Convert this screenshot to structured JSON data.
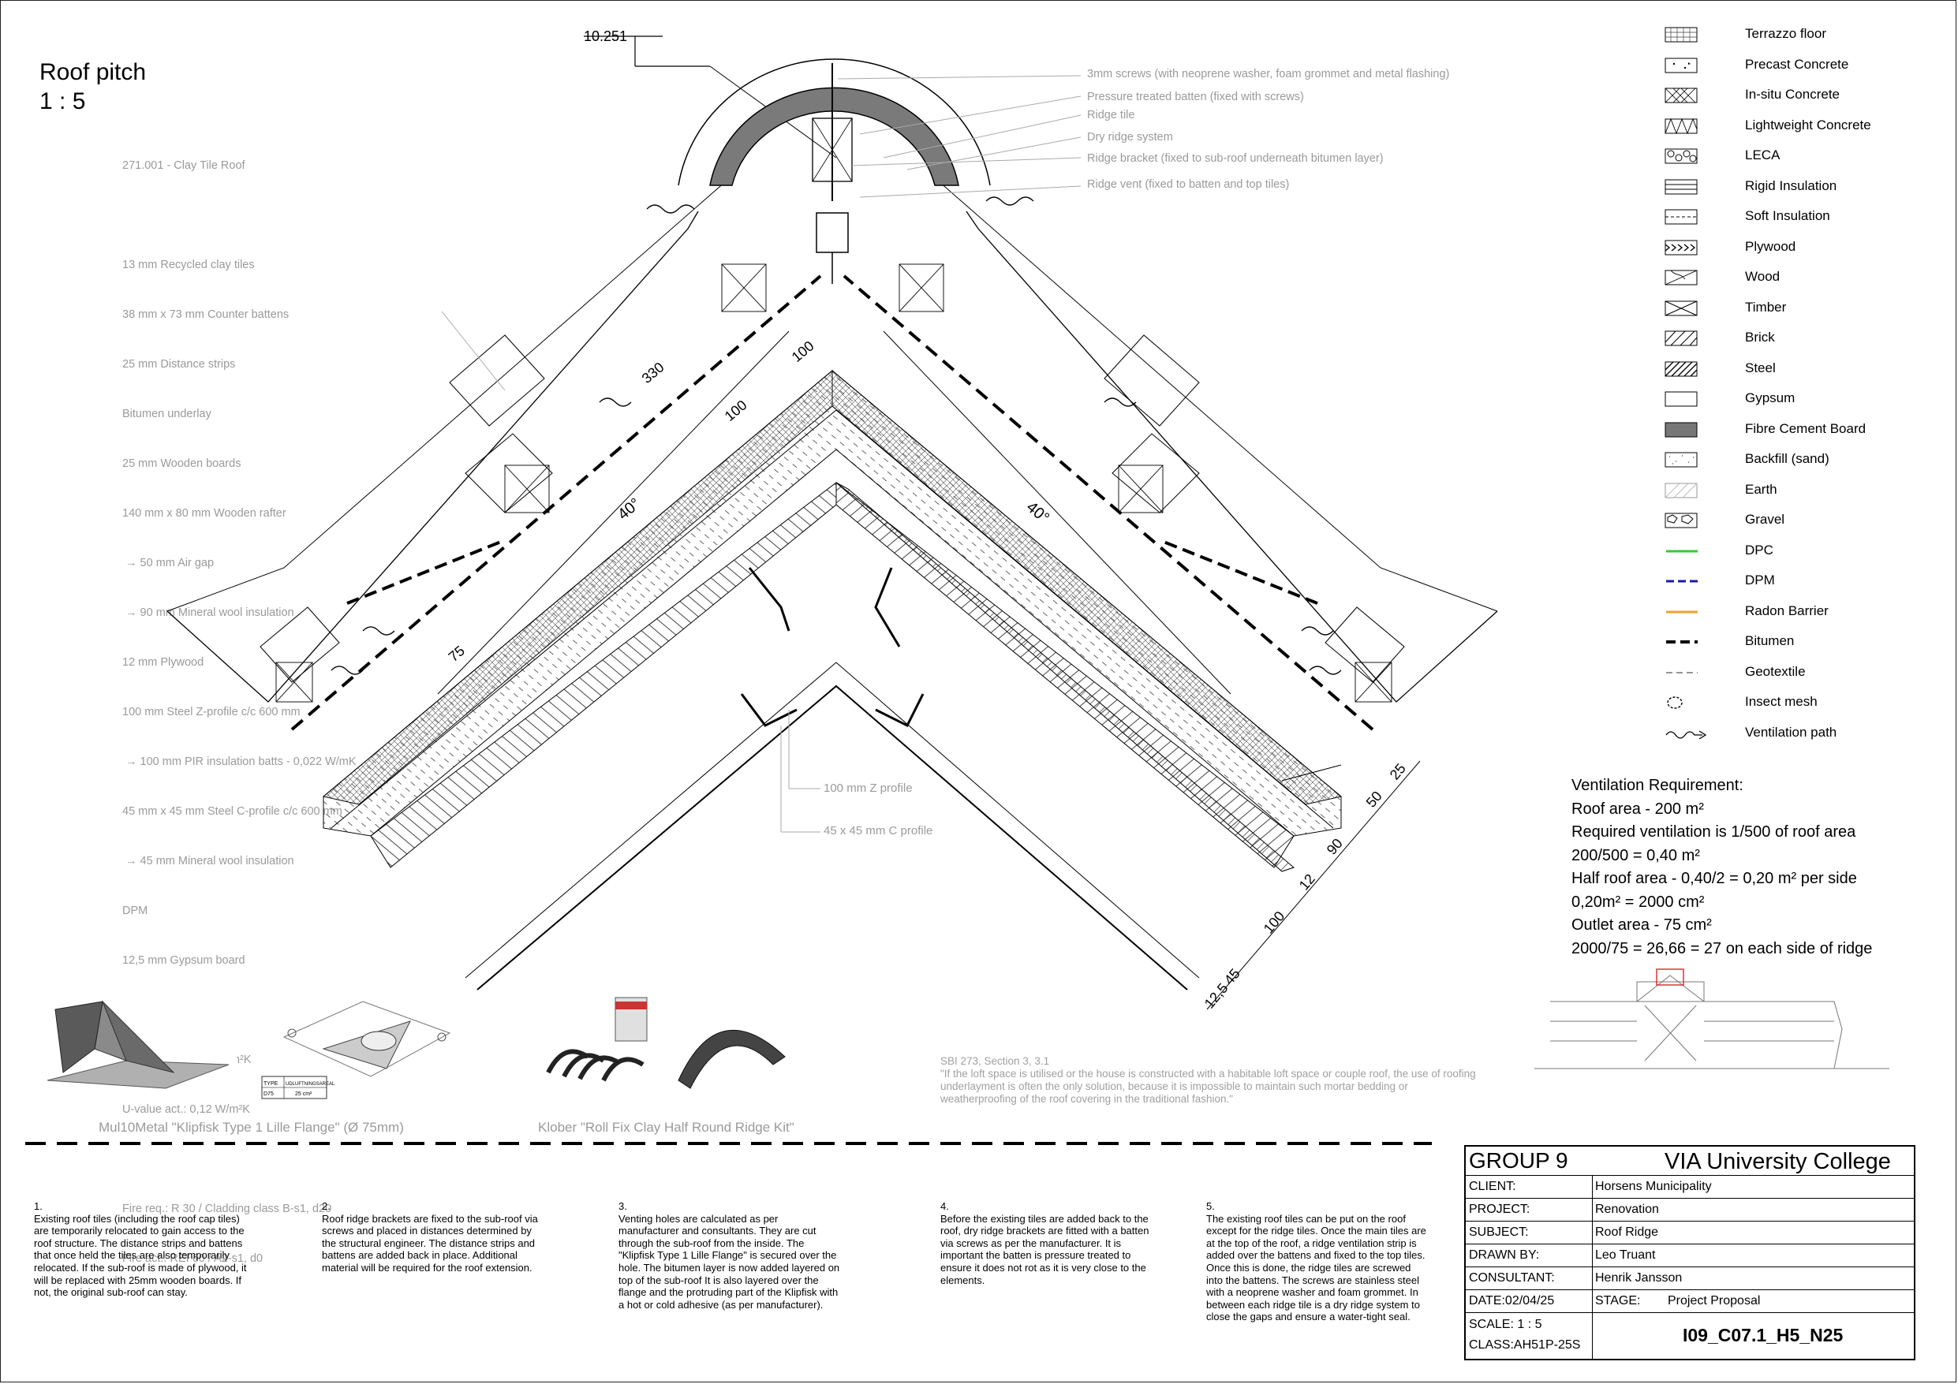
{
  "drawing": {
    "title": "Roof pitch",
    "scale": "1 : 5",
    "level": "10.251",
    "angle_left": "40°",
    "angle_right": "40°",
    "dims_left": [
      "330",
      "100",
      "100",
      "75"
    ],
    "dims_right": [
      "25",
      "50",
      "90",
      "12",
      "100",
      "45",
      "12,5"
    ]
  },
  "spec": {
    "heading": "271.001 - Clay Tile Roof",
    "layers": [
      "13 mm Recycled clay tiles",
      "38 mm x 73 mm Counter battens",
      "25 mm Distance strips",
      "Bitumen underlay",
      "25 mm Wooden boards",
      "140 mm x 80 mm Wooden rafter",
      " → 50 mm Air gap",
      " → 90 mm Mineral wool insulation",
      "12 mm Plywood",
      "100 mm Steel Z-profile c/c 600 mm",
      " → 100 mm PIR insulation batts - 0,022 W/mK",
      "45 mm x 45 mm Steel C-profile c/c 600 mm",
      " → 45 mm Mineral wool insulation",
      "DPM",
      "12,5 mm Gypsum board"
    ],
    "u_req": "U-value req.: 0,12 W/m²K",
    "u_act": "U-value act.: 0,12 W/m²K",
    "fire_req": "Fire req.: R 30 / Cladding class B-s1, d20",
    "fire_act": "Fire act.: REI 60 / A2-s1, d0"
  },
  "callouts": [
    "3mm screws (with neoprene washer, foam grommet and metal flashing)",
    "Pressure treated batten (fixed with screws)",
    "Ridge tile",
    "Dry ridge system",
    "Ridge bracket (fixed to sub-roof underneath bitumen layer)",
    "Ridge vent (fixed to batten and top tiles)"
  ],
  "profile_labels": {
    "z": "100 mm Z profile",
    "c": "45 x 45 mm C profile"
  },
  "legend": [
    {
      "label": "Terrazzo floor",
      "icon": "terrazzo-swatch"
    },
    {
      "label": "Precast Concrete",
      "icon": "precast-swatch"
    },
    {
      "label": "In-situ Concrete",
      "icon": "insitu-swatch"
    },
    {
      "label": "Lightweight Concrete",
      "icon": "lightweight-swatch"
    },
    {
      "label": "LECA",
      "icon": "leca-swatch"
    },
    {
      "label": "Rigid Insulation",
      "icon": "rigid-swatch"
    },
    {
      "label": "Soft Insulation",
      "icon": "soft-swatch"
    },
    {
      "label": "Plywood",
      "icon": "plywood-swatch"
    },
    {
      "label": "Wood",
      "icon": "wood-swatch"
    },
    {
      "label": "Timber",
      "icon": "timber-swatch"
    },
    {
      "label": "Brick",
      "icon": "brick-swatch"
    },
    {
      "label": "Steel",
      "icon": "steel-swatch"
    },
    {
      "label": "Gypsum",
      "icon": "gypsum-swatch"
    },
    {
      "label": "Fibre Cement Board",
      "icon": "fibre-swatch"
    },
    {
      "label": "Backfill (sand)",
      "icon": "backfill-swatch"
    },
    {
      "label": "Earth",
      "icon": "earth-swatch"
    },
    {
      "label": "Gravel",
      "icon": "gravel-swatch"
    },
    {
      "label": "DPC",
      "icon": "dpc-line",
      "color": "#33cc33"
    },
    {
      "label": "DPM",
      "icon": "dpm-line",
      "color": "#1a1aa6"
    },
    {
      "label": "Radon Barrier",
      "icon": "radon-line",
      "color": "#f0a030"
    },
    {
      "label": "Bitumen",
      "icon": "bitumen-line",
      "color": "#000000"
    },
    {
      "label": "Geotextile",
      "icon": "geotextile-line",
      "color": "#888888"
    },
    {
      "label": "Insect mesh",
      "icon": "insect-mesh-icon"
    },
    {
      "label": "Ventilation path",
      "icon": "ventilation-path-icon"
    }
  ],
  "ventilation": {
    "heading": "Ventilation Requirement:",
    "lines": [
      "Roof area - 200 m²",
      "Required ventilation is 1/500 of roof area",
      "200/500 = 0,40 m²",
      "Half roof area - 0,40/2 = 0,20 m² per side",
      "0,20m² = 2000 cm²",
      "Outlet area  - 75 cm²",
      "2000/75 = 26,66 = 27 on each side of ridge"
    ]
  },
  "products": {
    "klipfisk_caption": "Mul10Metal \"Klipfisk Type 1 Lille Flange\" (Ø 75mm)",
    "klober_caption": "Klober \"Roll Fix Clay Half Round Ridge Kit\"",
    "table_type": "TYPE",
    "table_area": "UDLUFTNINGSAREAL",
    "table_row_type": "D75",
    "table_row_area": "25 cm²"
  },
  "sbi": {
    "ref": "SBI 273, Section 3, 3.1",
    "quote": "\"If the loft space is utilised or the house is constructed with a habitable loft space or couple roof, the use of roofing underlayment is often the only solution, because it is impossible to maintain such mortar bedding or weatherproofing of the roof covering in the traditional fashion.\""
  },
  "steps": [
    {
      "num": "1.",
      "text": "Existing roof tiles (including the roof cap tiles) are temporarily relocated to gain access to the roof structure. The distance strips and battens that once held the tiles are also temporarily relocated. If the sub-roof is made of plywood, it will be replaced with 25mm wooden boards. If not, the original sub-roof can stay."
    },
    {
      "num": "2.",
      "text": "Roof ridge brackets are fixed to the sub-roof via screws and placed in distances determined by the structural engineer. The distance strips and battens are added back in place. Additional material will be required for the roof extension."
    },
    {
      "num": "3.",
      "text": "Venting holes are calculated as per manufacturer and consultants. They are cut through the sub-roof from the inside. The \"Klipfisk Type 1 Lille Flange\" is secured over the hole. The bitumen layer is now added layered on top of the sub-roof It is also layered over the flange and the protruding part of the Klipfisk with a hot or cold adhesive (as per manufacturer)."
    },
    {
      "num": "4.",
      "text": "Before the existing tiles are added back to the roof, dry ridge brackets are fitted with a batten via screws as per the manufacturer. It is important the batten is pressure treated to ensure it does not rot as it is very close to the elements."
    },
    {
      "num": "5.",
      "text": "The existing roof tiles can be put on the roof except for the ridge tiles. Once the main tiles are at the top of the roof, a ridge ventilation strip is added over the battens and fixed to the top tiles. Once this is done, the ridge tiles are screwed into the battens. The screws are stainless steel with a neoprene washer and foam grommet. In between each ridge tile is a dry ridge system to close the gaps and ensure a water-tight seal."
    }
  ],
  "title_block": {
    "group": "GROUP 9",
    "school": "VIA University College",
    "client_key": "CLIENT:",
    "client": "Horsens Municipality",
    "project_key": "PROJECT:",
    "project": "Renovation",
    "subject_key": "SUBJECT:",
    "subject": "Roof Ridge",
    "drawn_key": "DRAWN BY:",
    "drawn": "Leo Truant",
    "consultant_key": "CONSULTANT:",
    "consultant": "Henrik Jansson",
    "date": "DATE:02/04/25",
    "stage_key": "STAGE:",
    "stage": "Project Proposal",
    "scale": "SCALE: 1 : 5",
    "class": "CLASS:AH51P-25S",
    "code": "I09_C07.1_H5_N25"
  }
}
